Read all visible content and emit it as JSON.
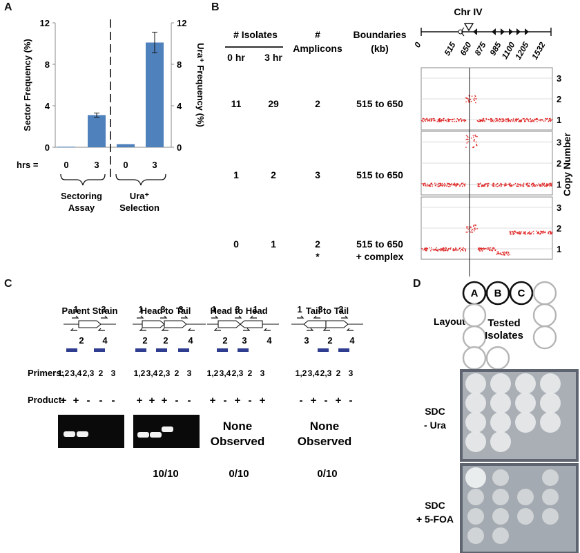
{
  "panels": {
    "A": {
      "letter": "A",
      "left_axis_label": "Sector Frequency (%)",
      "right_axis_label": "Ura⁺ Frequency (%)",
      "hrs_label": "hrs =",
      "groups": [
        "Sectoring Assay",
        "Ura⁺ Selection"
      ]
    },
    "B": {
      "letter": "B",
      "isolates_header": "# Isolates",
      "col_0hr": "0 hr",
      "col_3hr": "3 hr",
      "amplicons_header": "# Amplicons",
      "boundaries_header": "Boundaries (kb)",
      "chrom_title": "Chr IV",
      "chrom_ticks": [
        "0",
        "515",
        "650",
        "875",
        "985",
        "1100",
        "1205",
        "1532"
      ],
      "rows": [
        {
          "h0": "11",
          "h3": "29",
          "amplicons": "2",
          "star": "",
          "boundaries": "515 to 650",
          "extra": ""
        },
        {
          "h0": "1",
          "h3": "2",
          "amplicons": "3",
          "star": "",
          "boundaries": "515 to 650",
          "extra": ""
        },
        {
          "h0": "0",
          "h3": "1",
          "amplicons": "2",
          "star": "*",
          "boundaries": "515 to 650",
          "extra": "+ complex"
        }
      ],
      "copy_number_label": "Copy Number"
    },
    "C": {
      "letter": "C",
      "headers": [
        "Parent Strain",
        "Head to Tail",
        "Head to Head",
        "Tail to Tail"
      ],
      "primers_label": "Primers:",
      "product_label": "Product:",
      "primer_sets": [
        "1,2",
        "3,4",
        "2,3",
        "2",
        "3"
      ],
      "products": [
        [
          "+",
          "+",
          "-",
          "-",
          "-"
        ],
        [
          "+",
          "+",
          "+",
          "-",
          "-"
        ],
        [
          "+",
          "-",
          "+",
          "-",
          "+"
        ],
        [
          "-",
          "+",
          "-",
          "+",
          "-"
        ]
      ],
      "none_observed": "None Observed",
      "counts": [
        "",
        "10/10",
        "0/10",
        "0/10"
      ]
    },
    "D": {
      "letter": "D",
      "layout_label": "Layout",
      "circle_labels": [
        "A",
        "B",
        "C"
      ],
      "tested_label": "Tested Isolates",
      "plate1_label": "SDC - Ura",
      "plate2_label": "SDC + 5-FOA"
    }
  },
  "chart_data": [
    {
      "type": "bar",
      "categories": [
        "0",
        "3",
        "0",
        "3"
      ],
      "group_labels": [
        "Sectoring Assay",
        "Ura⁺ Selection"
      ],
      "values": [
        0.05,
        3.1,
        0.3,
        10.1
      ],
      "errors": [
        0.05,
        0.2,
        0.05,
        1.0
      ],
      "xlabel": "hrs =",
      "ylabel": "Sector Frequency (%)",
      "y2label": "Ura⁺ Frequency (%)",
      "ylim": [
        0,
        12
      ],
      "yticks": [
        0,
        4,
        8,
        12
      ],
      "bar_color": "#4f81bd"
    },
    {
      "type": "scatter",
      "title": "Chr IV",
      "xlim": [
        0,
        1532
      ],
      "ylim": [
        0.5,
        3.5
      ],
      "yticks": [
        1,
        2,
        3
      ],
      "ylabel": "Copy Number",
      "marker_position_kb": 580,
      "point_color": "#e02020",
      "series": [
        {
          "segments": [
            {
              "from": 0,
              "to": 515,
              "copy": 1
            },
            {
              "from": 515,
              "to": 650,
              "copy": 2
            },
            {
              "from": 650,
              "to": 1532,
              "copy": 1
            }
          ]
        },
        {
          "segments": [
            {
              "from": 0,
              "to": 515,
              "copy": 1
            },
            {
              "from": 515,
              "to": 650,
              "copy": 3
            },
            {
              "from": 650,
              "to": 1532,
              "copy": 1
            }
          ]
        },
        {
          "segments": [
            {
              "from": 0,
              "to": 515,
              "copy": 1
            },
            {
              "from": 515,
              "to": 650,
              "copy": 2
            },
            {
              "from": 650,
              "to": 870,
              "copy": 1
            },
            {
              "from": 870,
              "to": 1030,
              "copy": 0.8
            },
            {
              "from": 1030,
              "to": 1532,
              "copy": 1.8
            }
          ]
        }
      ]
    }
  ]
}
